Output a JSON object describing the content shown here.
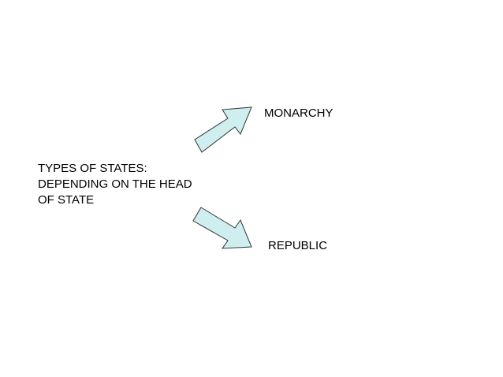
{
  "diagram": {
    "source": {
      "lines": [
        "TYPES OF STATES:",
        "DEPENDING ON THE HEAD",
        "OF STATE"
      ]
    },
    "targets": [
      {
        "label": "MONARCHY"
      },
      {
        "label": "REPUBLIC"
      }
    ],
    "colors": {
      "arrow_fill": "#cfeef0",
      "arrow_stroke": "#333333",
      "text": "#000000",
      "background": "#ffffff"
    }
  }
}
